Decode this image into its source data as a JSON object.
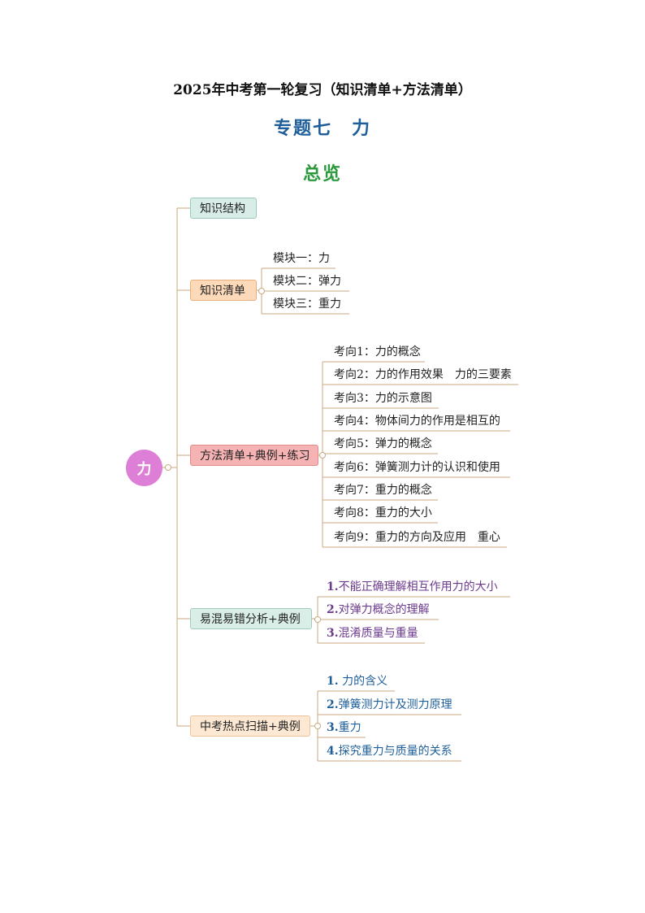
{
  "header": {
    "doc_title": "2025年中考第一轮复习（知识清单+方法清单）",
    "topic_title": "专题七　力",
    "overview": "总览"
  },
  "mindmap": {
    "root": "力",
    "branches": [
      {
        "label": "知识结构",
        "children": []
      },
      {
        "label": "知识清单",
        "children": [
          "模块一：力",
          "模块二：弹力",
          "模块三：重力"
        ]
      },
      {
        "label": "方法清单+典例+练习",
        "children": [
          "考向1：力的概念",
          "考向2：力的作用效果　力的三要素",
          "考向3：力的示意图",
          "考向4：物体间力的作用是相互的",
          "考向5：弹力的概念",
          "考向6：弹簧测力计的认识和使用",
          "考向7：重力的概念",
          "考向8：重力的大小",
          "考向9：重力的方向及应用　重心"
        ]
      },
      {
        "label": "易混易错分析+典例",
        "children": [
          {
            "num": "1.",
            "text": "不能正确理解相互作用力的大小"
          },
          {
            "num": "2.",
            "text": "对弹力概念的理解"
          },
          {
            "num": "3.",
            "text": "混淆质量与重量"
          }
        ]
      },
      {
        "label": "中考热点扫描+典例",
        "children": [
          {
            "num": "1.",
            "text": " 力的含义"
          },
          {
            "num": "2.",
            "text": "弹簧测力计及测力原理"
          },
          {
            "num": "3.",
            "text": "重力"
          },
          {
            "num": "4.",
            "text": "探究重力与质量的关系"
          }
        ]
      }
    ]
  }
}
